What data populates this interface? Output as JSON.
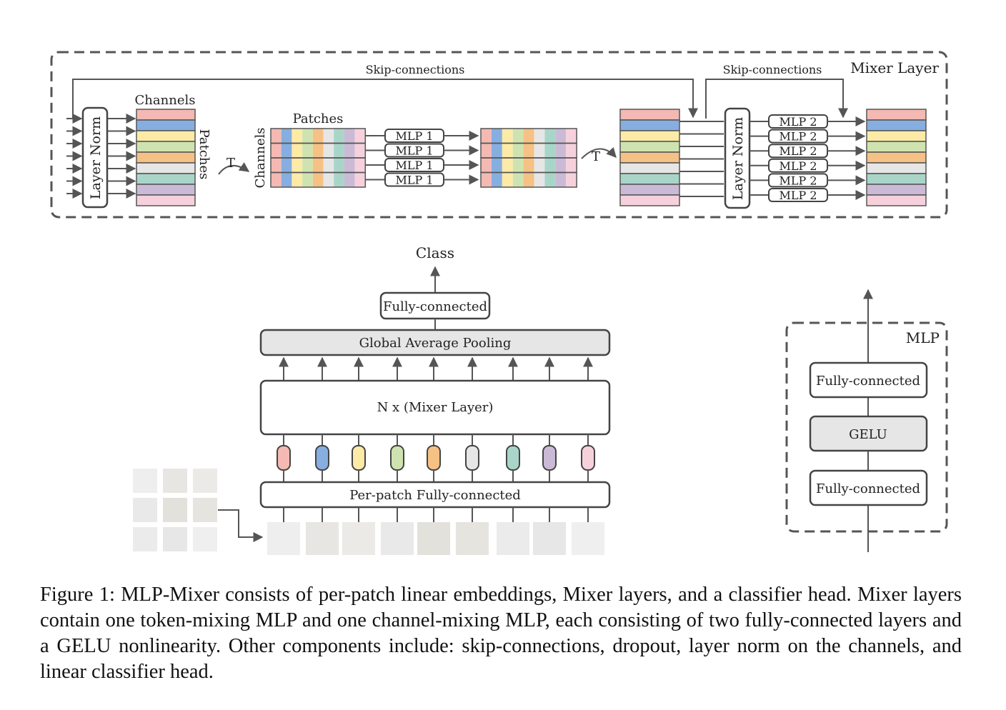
{
  "mixer_layer": {
    "title": "Mixer Layer",
    "skip_label_1": "Skip-connections",
    "skip_label_2": "Skip-connections",
    "layer_norm_1": "Layer Norm",
    "layer_norm_2": "Layer Norm",
    "channels_top": "Channels",
    "patches_side": "Patches",
    "transpose_1": "T",
    "transpose_2": "T",
    "patches_top": "Patches",
    "channels_side": "Channels",
    "mlp1_label": "MLP 1",
    "mlp2_label": "MLP 2"
  },
  "main": {
    "class_label": "Class",
    "fully_connected": "Fully-connected",
    "global_avg_pooling": "Global Average Pooling",
    "mixer_stack": "N x (Mixer Layer)",
    "per_patch_fc": "Per-patch Fully-connected"
  },
  "mlp_block": {
    "title": "MLP",
    "fc_top": "Fully-connected",
    "gelu": "GELU",
    "fc_bottom": "Fully-connected"
  },
  "token_colors": [
    "#f4b9b2",
    "#86aee0",
    "#fdeaa6",
    "#cfe3b0",
    "#f6c184",
    "#e6e6e6",
    "#a9d5c9",
    "#cbbad6",
    "#f6d1dc"
  ],
  "caption": "Figure 1: MLP-Mixer consists of per-patch linear embeddings, Mixer layers, and a classifier head. Mixer layers contain one token-mixing MLP and one channel-mixing MLP, each consisting of two fully-connected layers and a GELU nonlinearity.  Other components include:  skip-connections, dropout, layer norm on the channels, and linear classifier head."
}
